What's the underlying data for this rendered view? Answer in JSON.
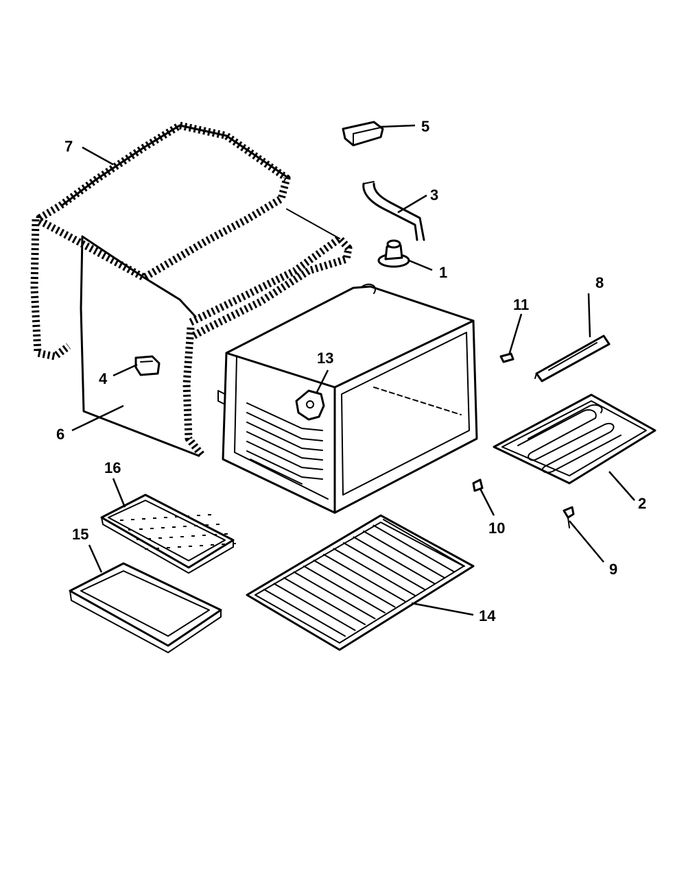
{
  "callouts": [
    {
      "id": "1",
      "label": "1"
    },
    {
      "id": "2",
      "label": "2"
    },
    {
      "id": "3",
      "label": "3"
    },
    {
      "id": "4",
      "label": "4"
    },
    {
      "id": "5",
      "label": "5"
    },
    {
      "id": "6",
      "label": "6"
    },
    {
      "id": "7",
      "label": "7"
    },
    {
      "id": "8",
      "label": "8"
    },
    {
      "id": "9",
      "label": "9"
    },
    {
      "id": "10",
      "label": "10"
    },
    {
      "id": "11",
      "label": "11"
    },
    {
      "id": "13",
      "label": "13"
    },
    {
      "id": "14",
      "label": "14"
    },
    {
      "id": "15",
      "label": "15"
    },
    {
      "id": "16",
      "label": "16"
    }
  ]
}
